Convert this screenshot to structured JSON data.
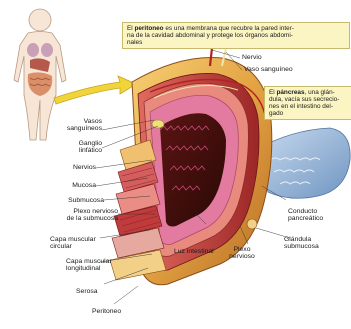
{
  "callouts": {
    "peritoneo": {
      "bold": "peritoneo",
      "line1_pre": "El ",
      "line1_post": " es una membrana que recubre la pared inter-",
      "line2": "na de la cavidad abdominal y protege los órganos abdomi-",
      "line3": "nales"
    },
    "pancreas": {
      "line1_pre": "El ",
      "bold": "páncreas",
      "line1_post": ", una glán-",
      "line2": "dula, vacía sus secrecio-",
      "line3": "nes en el intestino del-",
      "line4": "gado"
    }
  },
  "labels": {
    "nervio": "Nervio",
    "vaso_sanguineo": "Vaso sanguíneo",
    "vasos_sanguineos_1": "Vasos",
    "vasos_sanguineos_2": "sanguíneos",
    "ganglio_1": "Ganglio",
    "ganglio_2": "linfático",
    "nervios": "Nervios",
    "mucosa": "Mucosa",
    "submucosa": "Submucosa",
    "plexo_submucosa_1": "Plexo nervioso",
    "plexo_submucosa_2": "de la submucosa",
    "capa_circular_1": "Capa muscular",
    "capa_circular_2": "circular",
    "capa_longitudinal_1": "Capa muscular",
    "capa_longitudinal_2": "longitudinal",
    "serosa": "Serosa",
    "peritoneo": "Peritoneo",
    "luz_intestinal": "Luz intestinal",
    "plexo_nervioso_1": "Plexo",
    "plexo_nervioso_2": "nervioso",
    "conducto_1": "Conducto",
    "conducto_2": "pancreático",
    "glandula_1": "Glándula",
    "glandula_2": "submucosa"
  },
  "colors": {
    "callout_bg": "#fbf5c4",
    "peritoneum": "#e8b04a",
    "muscle": "#c23a38",
    "mucosa": "#d9607a",
    "pancreas": "#7fa6cf",
    "arrow": "#f0d43a"
  }
}
